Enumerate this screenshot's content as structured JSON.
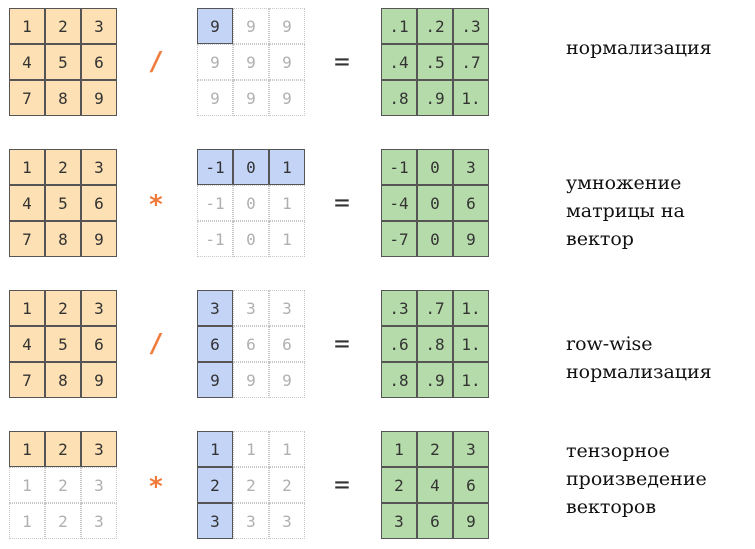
{
  "colors": {
    "left_matrix": "#fde0b3",
    "middle_highlight": "#c3d4f7",
    "result_matrix": "#b6dbaa",
    "operator": "#f07a3a",
    "ghost_text": "#b0b0b0"
  },
  "rows": [
    {
      "left": [
        [
          "1",
          "2",
          "3"
        ],
        [
          "4",
          "5",
          "6"
        ],
        [
          "7",
          "8",
          "9"
        ]
      ],
      "left_mode": "full",
      "operator": "/",
      "middle": [
        [
          "9",
          "9",
          "9"
        ],
        [
          "9",
          "9",
          "9"
        ],
        [
          "9",
          "9",
          "9"
        ]
      ],
      "middle_highlight": "single",
      "equals": "=",
      "result": [
        [
          ".1",
          ".2",
          ".3"
        ],
        [
          ".4",
          ".5",
          ".7"
        ],
        [
          ".8",
          ".9",
          "1."
        ]
      ],
      "label": [
        "нормализация"
      ]
    },
    {
      "left": [
        [
          "1",
          "2",
          "3"
        ],
        [
          "4",
          "5",
          "6"
        ],
        [
          "7",
          "8",
          "9"
        ]
      ],
      "left_mode": "full",
      "operator": "*",
      "middle": [
        [
          "-1",
          "0",
          "1"
        ],
        [
          "-1",
          "0",
          "1"
        ],
        [
          "-1",
          "0",
          "1"
        ]
      ],
      "middle_highlight": "first-row",
      "equals": "=",
      "result": [
        [
          "-1",
          "0",
          "3"
        ],
        [
          "-4",
          "0",
          "6"
        ],
        [
          "-7",
          "0",
          "9"
        ]
      ],
      "label": [
        "умножение",
        "матрицы на",
        "вектор"
      ]
    },
    {
      "left": [
        [
          "1",
          "2",
          "3"
        ],
        [
          "4",
          "5",
          "6"
        ],
        [
          "7",
          "8",
          "9"
        ]
      ],
      "left_mode": "full",
      "operator": "/",
      "middle": [
        [
          "3",
          "3",
          "3"
        ],
        [
          "6",
          "6",
          "6"
        ],
        [
          "9",
          "9",
          "9"
        ]
      ],
      "middle_highlight": "first-col",
      "equals": "=",
      "result": [
        [
          ".3",
          ".7",
          "1."
        ],
        [
          ".6",
          ".8",
          "1."
        ],
        [
          ".8",
          ".9",
          "1."
        ]
      ],
      "label": [
        "row-wise",
        "нормализация"
      ]
    },
    {
      "left": [
        [
          "1",
          "2",
          "3"
        ],
        [
          "1",
          "2",
          "3"
        ],
        [
          "1",
          "2",
          "3"
        ]
      ],
      "left_mode": "first-row",
      "operator": "*",
      "middle": [
        [
          "1",
          "1",
          "1"
        ],
        [
          "2",
          "2",
          "2"
        ],
        [
          "3",
          "3",
          "3"
        ]
      ],
      "middle_highlight": "first-col",
      "equals": "=",
      "result": [
        [
          "1",
          "2",
          "3"
        ],
        [
          "2",
          "4",
          "6"
        ],
        [
          "3",
          "6",
          "9"
        ]
      ],
      "label": [
        "тензорное",
        "произведение",
        "векторов"
      ]
    }
  ]
}
